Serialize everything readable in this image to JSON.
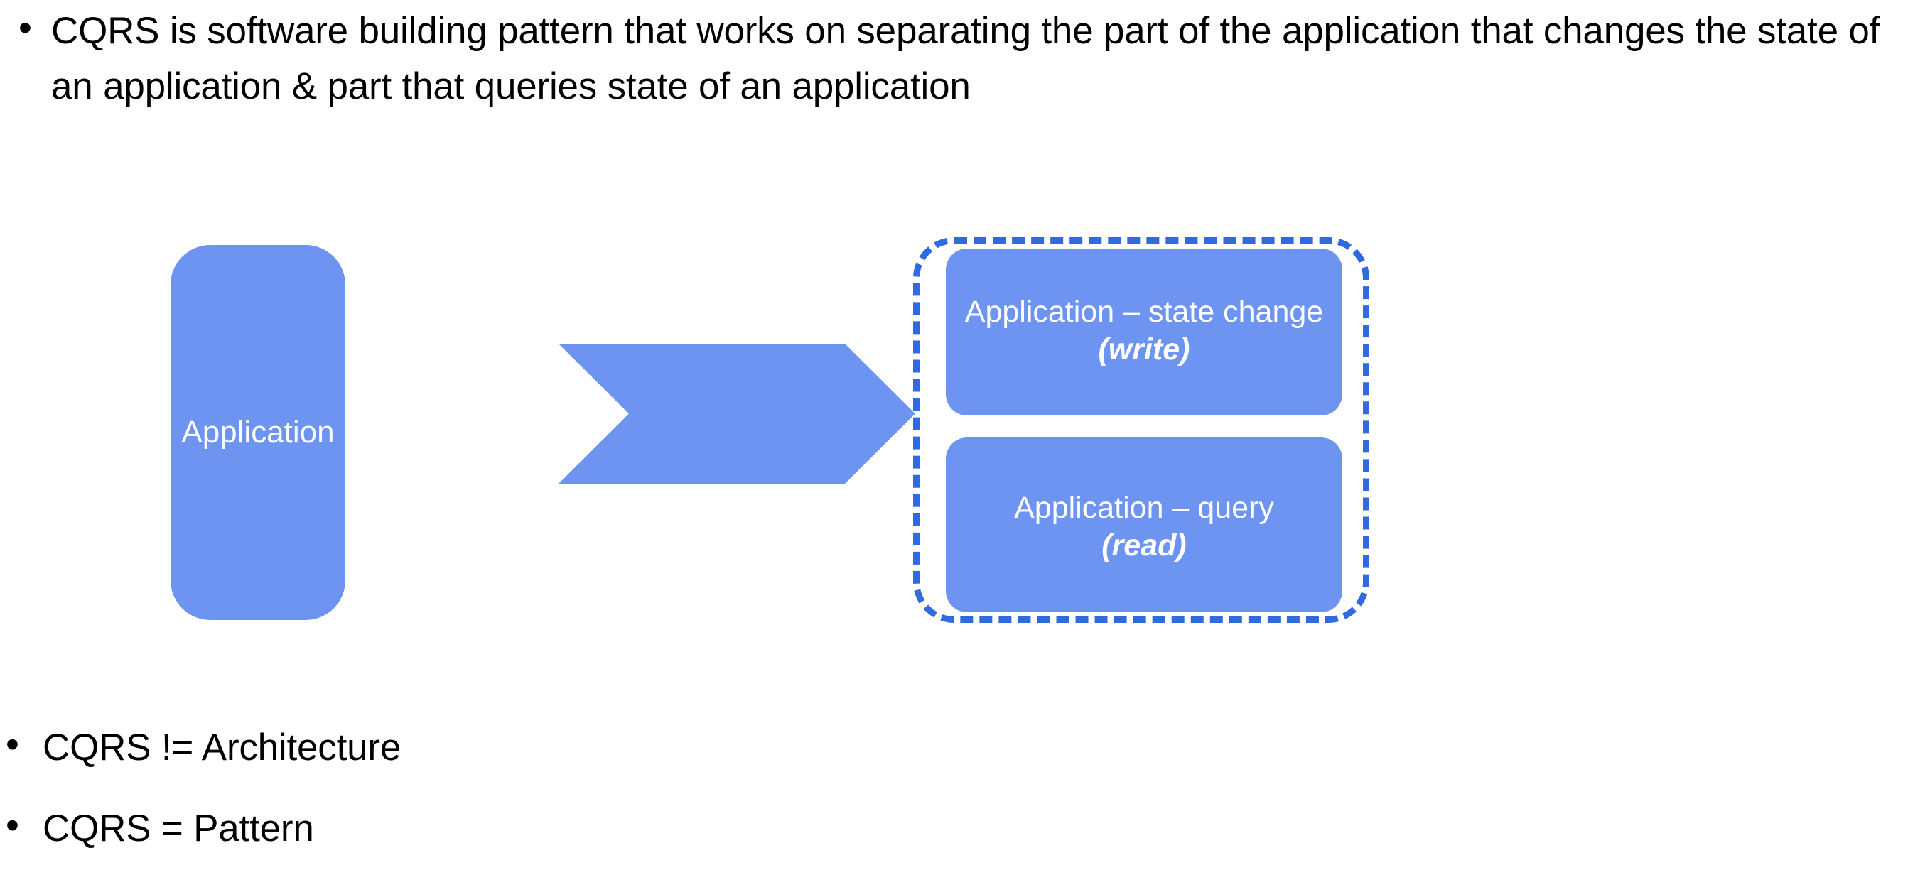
{
  "slide": {
    "background_color": "#FFFFFF",
    "text_color": "#000000",
    "bullet_glyph": "•"
  },
  "bullets": {
    "intro": {
      "marker": "•",
      "text": "CQRS is software building pattern that works on separating the part of the application that changes the state of an application & part that queries state of an application"
    },
    "architecture": {
      "marker": "•",
      "text": "CQRS != Architecture"
    },
    "pattern": {
      "marker": "•",
      "text": "CQRS = Pattern"
    }
  },
  "diagram": {
    "shape_fill_color": "#6D94F0",
    "group_border_color": "#2F6AE0",
    "shape_text_color": "#FFFFFF",
    "source": {
      "label": "Application"
    },
    "arrow": {
      "name": "chevron-arrow",
      "direction": "right"
    },
    "group": {
      "border_style": "dashed",
      "boxes": [
        {
          "title": "Application – state change",
          "mode": "(write)"
        },
        {
          "title": "Application – query",
          "mode": "(read)"
        }
      ]
    }
  }
}
